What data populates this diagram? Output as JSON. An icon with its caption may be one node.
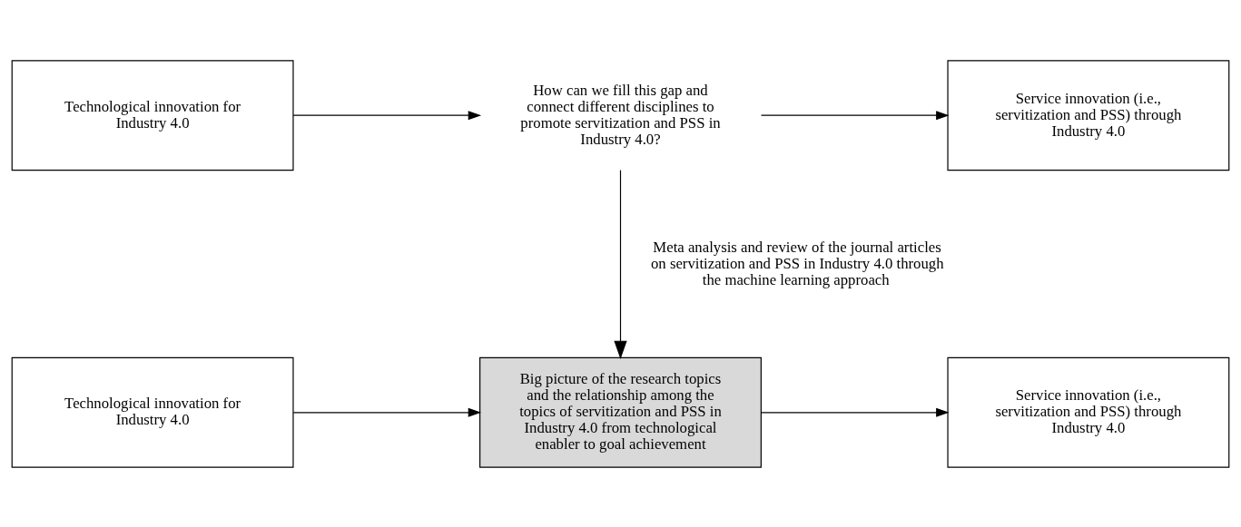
{
  "diagram": {
    "nodes": [
      {
        "text": [
          "Technological innovation for Industry 4.0"
        ]
      },
      {
        "text": [
          "How can we fill this gap and connect different disciplines to promote servitization and PSS in Industry 4.0?"
        ]
      },
      {
        "text": [
          "Service innovation (i.e., servitization and PSS) through Industry 4.0"
        ]
      },
      {
        "text": [
          "Technological innovation for Industry 4.0"
        ]
      },
      {
        "text": [
          "Big picture of the research topics and the relationship among the topics of servitization and PSS in Industry 4.0 from technological enabler to goal achievement"
        ]
      },
      {
        "text": [
          "Service innovation (i.e., servitization and PSS) through Industry 4.0"
        ]
      }
    ],
    "edges": [
      {
        "from": 0,
        "to": 1,
        "arrow": "to"
      },
      {
        "from": 1,
        "to": 2,
        "arrow": "to"
      },
      {
        "from": 1,
        "to": 4,
        "arrow": "to",
        "label": "Meta analysis and review of the journal articles on servitization and PSS in Industry 4.0 through the machine learning approach"
      },
      {
        "from": 3,
        "to": 4,
        "arrow": "to"
      },
      {
        "from": 4,
        "to": 5,
        "arrow": "to"
      }
    ]
  }
}
